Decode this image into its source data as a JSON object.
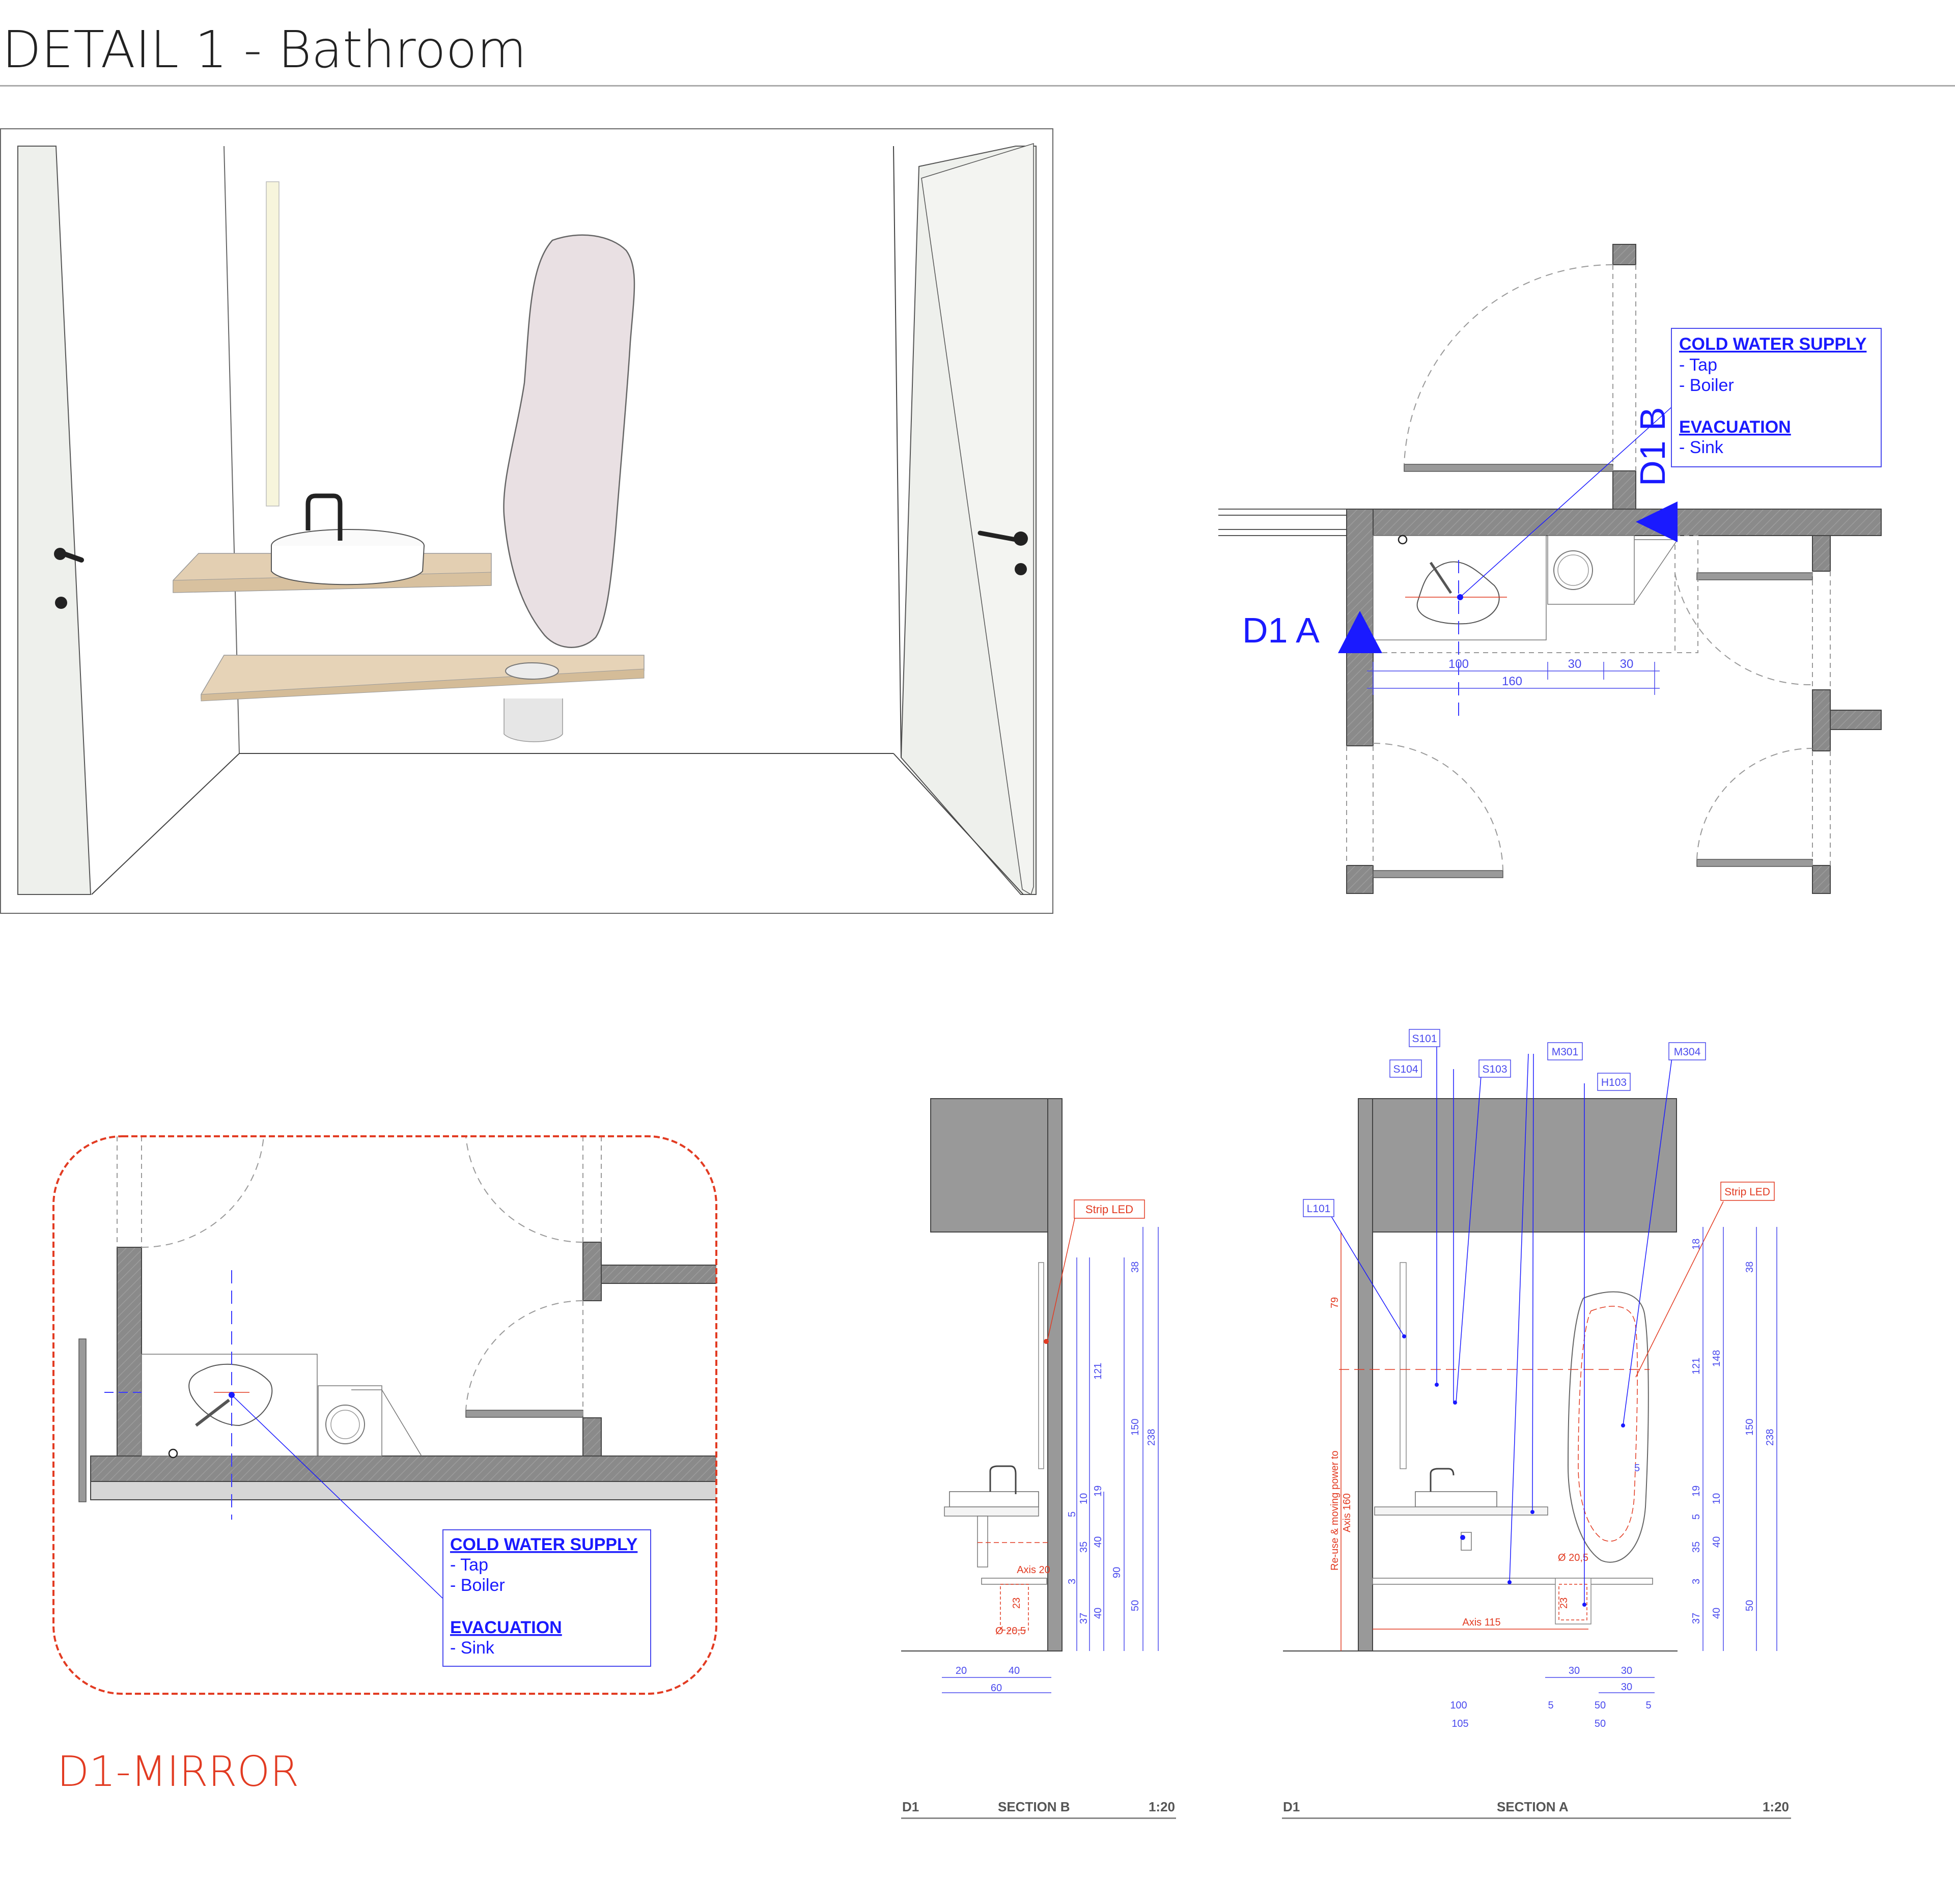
{
  "page": {
    "title": "DETAIL 1 - Bathroom",
    "mirror_label": "D1-MIRROR"
  },
  "plan": {
    "marker_a": "D1 A",
    "marker_b": "D1 B",
    "dims": {
      "d100": "100",
      "d30a": "30",
      "d30b": "30",
      "d160": "160"
    },
    "note": {
      "h1": "COLD WATER SUPPLY",
      "i1": "- Tap",
      "i2": "- Boiler",
      "h2": "EVACUATION",
      "i3": "- Sink"
    }
  },
  "mirror_plan": {
    "note": {
      "h1": "COLD WATER SUPPLY",
      "i1": "- Tap",
      "i2": "- Boiler",
      "h2": "EVACUATION",
      "i3": "- Sink"
    }
  },
  "section_b": {
    "strip_led": "Strip LED",
    "axis": "Axis 20",
    "diam": "Ø 20,5",
    "d23": "23",
    "vdims_left": [
      "38",
      "121",
      "19",
      "5",
      "10",
      "35",
      "40",
      "3",
      "37",
      "40"
    ],
    "vdims_right": [
      "150",
      "238",
      "90",
      "50"
    ],
    "hdims": {
      "d20": "20",
      "d40": "40",
      "d60": "60"
    },
    "footer": {
      "left": "D1",
      "center": "SECTION B",
      "right": "1:20"
    }
  },
  "section_a": {
    "tags": {
      "s101": "S101",
      "s104": "S104",
      "s103": "S103",
      "m301": "M301",
      "h103": "H103",
      "m304": "M304",
      "l101": "L101"
    },
    "strip_led": "Strip LED",
    "d79": "79",
    "power_note_1": "Re-use & moving power to",
    "power_note_2": "Axis 160",
    "axis115": "Axis 115",
    "diam": "Ø 20,5",
    "d23": "23",
    "d5": "5",
    "vdims_a": [
      "18",
      "121",
      "19",
      "5",
      "35",
      "3",
      "37"
    ],
    "vdims_b": [
      "148",
      "10",
      "40",
      "40"
    ],
    "vdims_c": [
      "38",
      "150",
      "238",
      "50"
    ],
    "hdims": {
      "t30a": "30",
      "t30b": "30",
      "t30c": "30",
      "d100": "100",
      "d5a": "5",
      "d50a": "50",
      "d5b": "5",
      "d105": "105",
      "d50b": "50"
    },
    "footer": {
      "left": "D1",
      "center": "SECTION A",
      "right": "1:20"
    }
  },
  "colors": {
    "wall": "#8a8a8a",
    "blue": "#1a1aff",
    "dim_blue": "#4a4aee",
    "red": "#e23b22",
    "wood": "#e5d3b8",
    "grey_dark": "#8c8c8c"
  }
}
